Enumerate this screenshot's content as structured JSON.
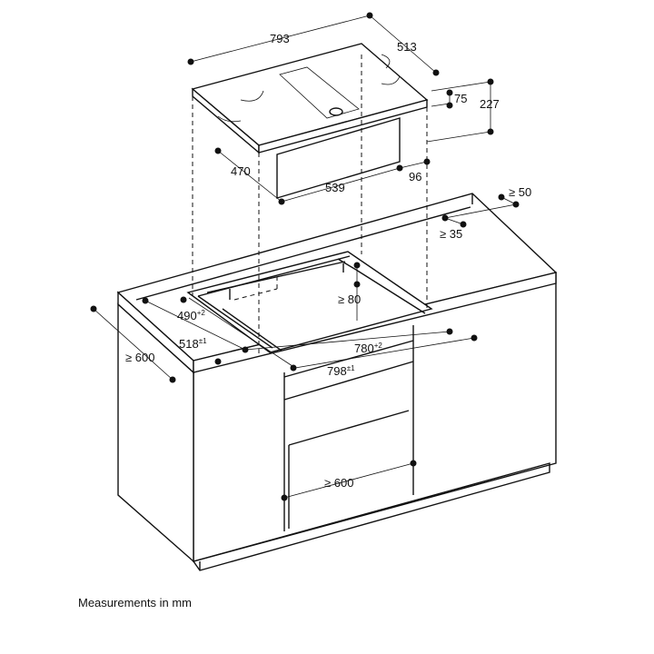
{
  "cooktop": {
    "width": "793",
    "depth": "513",
    "height_top": "75",
    "height_total": "227",
    "box_depth": "470",
    "box_width": "539",
    "box_offset": "96"
  },
  "cutout": {
    "rear_clearance": "≥ 50",
    "rear_clearance_2": "≥ 35",
    "depth": "490",
    "depth_tol": "+2",
    "depth_outer": "518",
    "depth_outer_tol": "±1",
    "width": "780",
    "width_tol": "+2",
    "width_outer": "798",
    "width_outer_tol": "±1",
    "vertical_clearance": "≥ 80",
    "worktop_depth": "≥ 600",
    "cabinet_width": "≥ 600"
  },
  "caption": "Measurements in mm"
}
